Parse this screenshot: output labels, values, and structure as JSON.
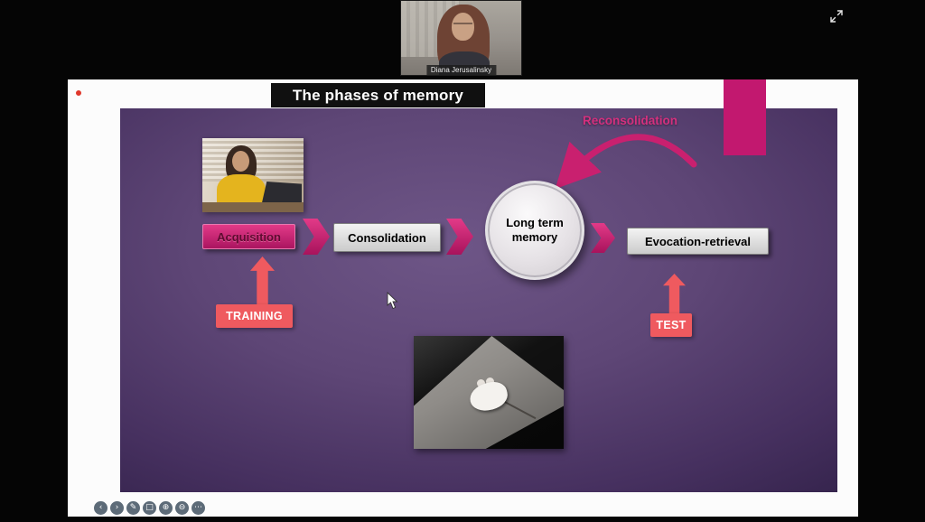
{
  "meeting": {
    "participant_name": "Diana Jerusalinsky",
    "expand_icon_name": "fullscreen-expand-arrows",
    "recording_dot_color": "#e0372b"
  },
  "slide": {
    "title": "The phases of memory",
    "reconsolidation_label": "Reconsolidation",
    "nodes": {
      "acquisition": "Acquisition",
      "consolidation": "Consolidation",
      "long_term_memory": "Long term\nmemory",
      "evocation": "Evocation-retrieval"
    },
    "training_label": "TRAINING",
    "test_label": "TEST",
    "colors": {
      "accent_pink": "#c9206f",
      "salmon": "#ef5a5f",
      "box_gray": "#d9d9d9",
      "slide_purple_center": "#6e5687",
      "slide_purple_edge": "#2c1d43"
    }
  },
  "toolbar": {
    "icons": [
      {
        "name": "previous-arrow",
        "glyph": "‹"
      },
      {
        "name": "next-arrow",
        "glyph": "›"
      },
      {
        "name": "pen-tool",
        "glyph": "✎"
      },
      {
        "name": "eraser-tool",
        "glyph": "□"
      },
      {
        "name": "zoom-in",
        "glyph": "⊕"
      },
      {
        "name": "zoom-out",
        "glyph": "⊖"
      },
      {
        "name": "more-tools",
        "glyph": "⋯"
      }
    ]
  }
}
